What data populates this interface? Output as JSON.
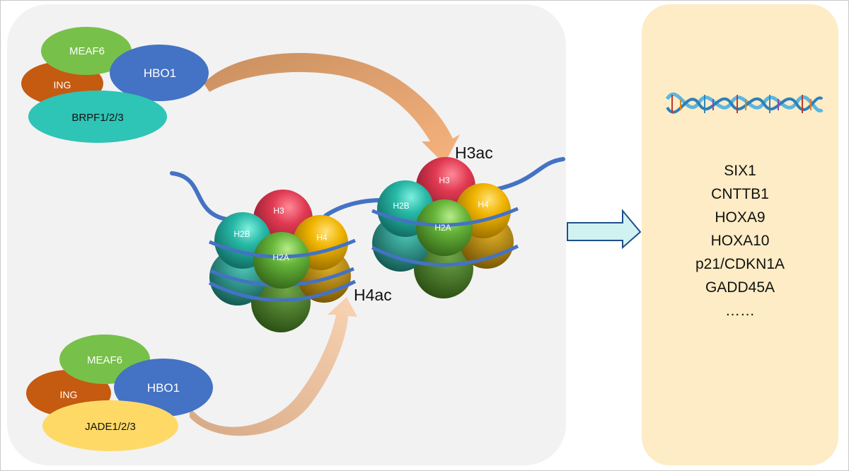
{
  "top_complex": {
    "meaf6": "MEAF6",
    "hbo1": "HBO1",
    "ing": "ING",
    "brpf": "BRPF1/2/3"
  },
  "bottom_complex": {
    "meaf6": "MEAF6",
    "hbo1": "HBO1",
    "ing": "ING",
    "jade": "JADE1/2/3"
  },
  "marks": {
    "h3ac": "H3ac",
    "h4ac": "H4ac"
  },
  "nucleosome_left": {
    "h3": "H3",
    "h2b": "H2B",
    "h4": "H4",
    "h2a": "H2A"
  },
  "nucleosome_right": {
    "h3": "H3",
    "h2b": "H2B",
    "h4": "H4",
    "h2a": "H2A"
  },
  "target_genes": [
    "SIX1",
    "CNTTB1",
    "HOXA9",
    "HOXA10",
    "p21/CDKN1A",
    "GADD45A",
    "……"
  ],
  "colors": {
    "panel_bg": "#f2f2f2",
    "target_panel_bg": "#fdecc5",
    "meaf6": "#77c04a",
    "hbo1": "#4472c4",
    "ing": "#c55a11",
    "brpf": "#2ec4b6",
    "jade": "#ffd966",
    "h3": "#b5273b",
    "h2b": "#1ea89a",
    "h4": "#e6a800",
    "h2a": "#4e9a2e",
    "dna": "#4472c4",
    "arrow_h3": "#f4b183",
    "arrow_h4": "#f8cbad",
    "block_arrow": "#d0f2f2"
  },
  "icons": [
    "dna-helix-icon",
    "right-arrow-icon"
  ]
}
